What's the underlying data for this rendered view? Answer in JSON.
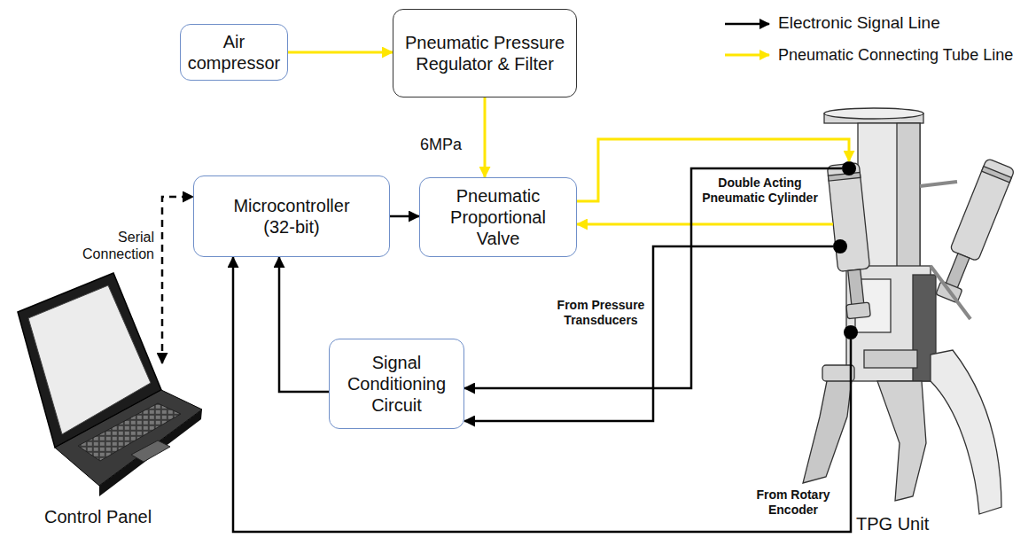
{
  "diagram": {
    "nodes": [
      {
        "text": [
          "Air compressor"
        ]
      },
      {
        "text": [
          "Pneumatic Pressure Regulator & Filter"
        ]
      },
      {
        "text": [
          "Microcontroller (32-bit)"
        ]
      },
      {
        "text": [
          "Pneumatic Proportional Valve"
        ]
      },
      {
        "text": [
          "Signal Conditioning Circuit"
        ]
      },
      {
        "text": [
          "Control Panel"
        ]
      },
      {
        "text": [
          "TPG Unit"
        ]
      }
    ],
    "edges": [
      {
        "from": 0,
        "to": 1,
        "arrow": "to"
      },
      {
        "from": 1,
        "to": 3,
        "label": "6MPa",
        "arrow": "to"
      },
      {
        "from": 2,
        "to": 3,
        "arrow": "to"
      },
      {
        "from": 3,
        "to": 6,
        "arrow": "to"
      },
      {
        "from": 6,
        "to": 3,
        "arrow": "to"
      },
      {
        "from": 5,
        "to": 2,
        "label": "Serial Connection",
        "arrow": "both"
      },
      {
        "from": 4,
        "to": 2,
        "arrow": "to"
      },
      {
        "from": 6,
        "to": 4,
        "label": "From Pressure Transducers",
        "arrow": "to"
      },
      {
        "from": 6,
        "to": 4,
        "arrow": "to"
      },
      {
        "from": 6,
        "to": 2,
        "label": "From Rotary Encoder",
        "arrow": "to"
      }
    ],
    "labels": [
      "Double Acting Pneumatic Cylinder"
    ],
    "legend": [
      {
        "text": "Electronic Signal Line"
      },
      {
        "text": "Pneumatic Connecting Tube Line"
      }
    ]
  }
}
